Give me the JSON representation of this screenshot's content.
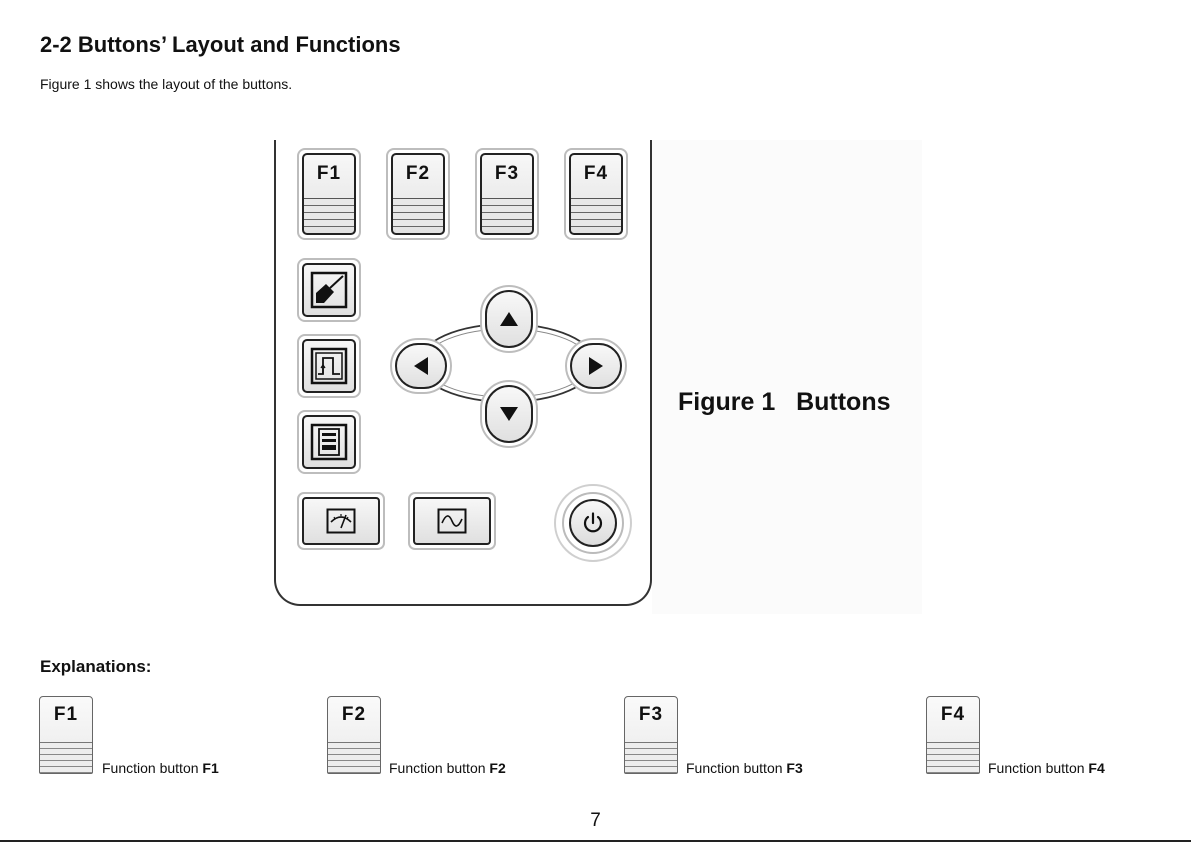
{
  "heading": "2-2  Buttons’ Layout and Functions",
  "intro": "Figure 1 shows the layout of the buttons.",
  "figure_caption": "Figure 1   Buttons",
  "remote": {
    "function_keys": [
      "F1",
      "F2",
      "F3",
      "F4"
    ],
    "icons": {
      "left_column": [
        "edit-icon",
        "pulse-icon",
        "list-icon"
      ],
      "bottom_row": [
        "meter-icon",
        "sine-wave-icon",
        "power-icon"
      ],
      "arrows": [
        "up-arrow-icon",
        "left-arrow-icon",
        "right-arrow-icon",
        "down-arrow-icon"
      ]
    }
  },
  "explanations": {
    "title": "Explanations:",
    "items": [
      {
        "key": "F1",
        "text": "Function button ",
        "bold": "F1"
      },
      {
        "key": "F2",
        "text": "Function button ",
        "bold": "F2"
      },
      {
        "key": "F3",
        "text": "Function button ",
        "bold": "F3"
      },
      {
        "key": "F4",
        "text": "Function button ",
        "bold": "F4"
      }
    ]
  },
  "page_number": "7"
}
